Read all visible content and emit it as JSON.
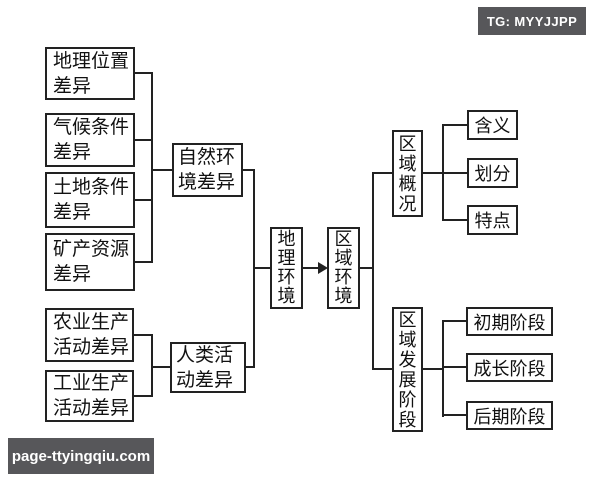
{
  "watermarks": {
    "top_right": "TG: MYYJJPP",
    "bottom_left": "page-ttyingqiu.com"
  },
  "colors": {
    "background": "#ffffff",
    "line": "#222222",
    "text": "#111111",
    "badge_bg": "#57575a",
    "badge_text": "#ffffff"
  },
  "nodes": {
    "diff_location": {
      "label": "地理位置差异",
      "display": "地理位置\n差异"
    },
    "diff_climate": {
      "label": "气候条件差异",
      "display": "气候条件\n差异"
    },
    "diff_land": {
      "label": "土地条件差异",
      "display": "土地条件\n差异"
    },
    "diff_minerals": {
      "label": "矿产资源差异",
      "display": "矿产资源\n差异"
    },
    "diff_agriculture": {
      "label": "农业生产活动差异",
      "display": "农业生产\n活动差异"
    },
    "diff_industry": {
      "label": "工业生产活动差异",
      "display": "工业生产\n活动差异"
    },
    "natural_env_diff": {
      "label": "自然环境差异",
      "display": "自然环\n境差异"
    },
    "human_activity_diff": {
      "label": "人类活动差异",
      "display": "人类活\n动差异"
    },
    "geo_env": {
      "label": "地理环境",
      "display": "地\n理\n环\n境"
    },
    "regional_env": {
      "label": "区域环境",
      "display": "区\n域\n环\n境"
    },
    "regional_overview": {
      "label": "区域概况",
      "display": "区\n域\n概\n况"
    },
    "meaning": {
      "label": "含义",
      "display": "含义"
    },
    "division": {
      "label": "划分",
      "display": "划分"
    },
    "features": {
      "label": "特点",
      "display": "特点"
    },
    "regional_dev_stages": {
      "label": "区域发展阶段",
      "display": "区\n域\n发\n展\n阶\n段"
    },
    "initial_stage": {
      "label": "初期阶段",
      "display": "初期阶段"
    },
    "growth_stage": {
      "label": "成长阶段",
      "display": "成长阶段"
    },
    "late_stage": {
      "label": "后期阶段",
      "display": "后期阶段"
    }
  },
  "edges": [
    {
      "from": "地理位置差异",
      "to": "自然环境差异",
      "style": "line"
    },
    {
      "from": "气候条件差异",
      "to": "自然环境差异",
      "style": "line"
    },
    {
      "from": "土地条件差异",
      "to": "自然环境差异",
      "style": "line"
    },
    {
      "from": "矿产资源差异",
      "to": "自然环境差异",
      "style": "line"
    },
    {
      "from": "农业生产活动差异",
      "to": "人类活动差异",
      "style": "line"
    },
    {
      "from": "工业生产活动差异",
      "to": "人类活动差异",
      "style": "line"
    },
    {
      "from": "自然环境差异",
      "to": "地理环境",
      "style": "line"
    },
    {
      "from": "人类活动差异",
      "to": "地理环境",
      "style": "line"
    },
    {
      "from": "地理环境",
      "to": "区域环境",
      "style": "arrow"
    },
    {
      "from": "区域环境",
      "to": "区域概况",
      "style": "line"
    },
    {
      "from": "区域环境",
      "to": "区域发展阶段",
      "style": "line"
    },
    {
      "from": "区域概况",
      "to": "含义",
      "style": "line"
    },
    {
      "from": "区域概况",
      "to": "划分",
      "style": "line"
    },
    {
      "from": "区域概况",
      "to": "特点",
      "style": "line"
    },
    {
      "from": "区域发展阶段",
      "to": "初期阶段",
      "style": "line"
    },
    {
      "from": "区域发展阶段",
      "to": "成长阶段",
      "style": "line"
    },
    {
      "from": "区域发展阶段",
      "to": "后期阶段",
      "style": "line"
    }
  ]
}
